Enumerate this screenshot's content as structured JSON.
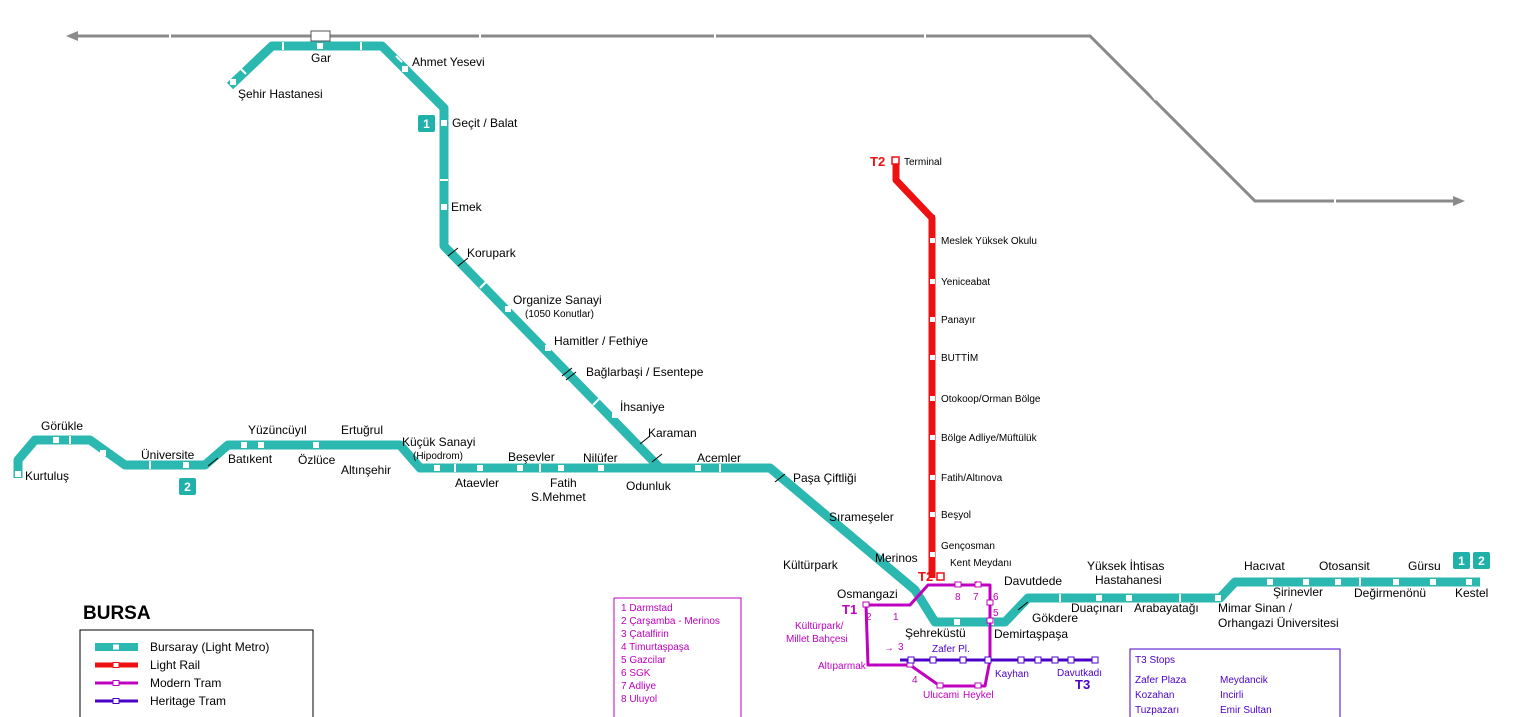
{
  "title": "BURSA",
  "colors": {
    "metro": "#2ab8b0",
    "light_rail": "#ee1111",
    "modern_tram": "#c000c0",
    "heritage_tram": "#4b00c8",
    "railway": "#8a8a8a"
  },
  "line_badges": {
    "line1": "1",
    "line2": "2",
    "t2": "T2",
    "t1": "T1",
    "t3": "T3"
  },
  "metro_stations": {
    "gar": "Gar",
    "sehir_hastanesi": "Şehir Hastanesi",
    "ahmet_yesevi": "Ahmet Yesevi",
    "gecit_balat": "Geçit / Balat",
    "emek": "Emek",
    "korupark": "Korupark",
    "organize_sanayi": "Organize Sanayi",
    "organize_sanayi_sub": "(1050 Konutlar)",
    "hamitler": "Hamitler / Fethiye",
    "baglarbasi": "Bağlarbaşi / Esentepe",
    "ihsaniye": "İhsaniye",
    "karaman": "Karaman",
    "acemler": "Acemler",
    "pasa_ciftligi": "Paşa Çiftliği",
    "sirameseler": "Sırameşeler",
    "merinos": "Merinos",
    "kulturpark": "Kültürpark",
    "osmangazi": "Osmangazi",
    "sehrekustu": "Şehreküstü",
    "demirtaspasa": "Demirtaşpaşa",
    "davutdede": "Davutdede",
    "gokdere": "Gökdere",
    "duacinari": "Duaçınarı",
    "yuksek_ihtisas": "Yüksek İhtisas",
    "yuksek_ihtisas_2": "Hastahanesi",
    "arabayatagi": "Arabayatağı",
    "mimar_sinan": "Mimar Sinan /",
    "mimar_sinan_2": "Orhangazi Üniversitesi",
    "hacivat": "Hacıvat",
    "sirinevler": "Şirinevler",
    "otosansit": "Otosansit",
    "degirmenonu": "Değirmenönü",
    "gursu": "Gürsu",
    "kestel": "Kestel",
    "nilufer": "Nilüfer",
    "odunluk": "Odunluk",
    "fatih": "Fatih",
    "fatih_2": "S.Mehmet",
    "besevler": "Beşevler",
    "ataevler": "Ataevler",
    "kucuk_sanayi": "Küçük Sanayi",
    "kucuk_sanayi_sub": "(Hipodrom)",
    "altinsehir": "Altınşehir",
    "ertugrul": "Ertuğrul",
    "ozluce": "Özlüce",
    "yuzuncuyil": "Yüzüncüyıl",
    "batikent": "Batıkent",
    "universite": "Üniversite",
    "gorukle": "Görükle",
    "kurtulus": "Kurtuluş"
  },
  "light_rail_stations": {
    "terminal": "Terminal",
    "meslek": "Meslek Yüksek Okulu",
    "yeniceabat": "Yeniceabat",
    "panayir": "Panayır",
    "buttim": "BUTTİM",
    "otokoop": "Otokoop/Orman Bölge",
    "bolge_adliye": "Bölge Adliye/Müftülük",
    "fatih_altinova": "Fatih/Altınova",
    "besyol": "Beşyol",
    "gencosman": "Gençosman",
    "kent_meydani": "Kent Meydanı"
  },
  "tram_labels": {
    "kulturpark": "Kültürpark/",
    "millet_bahcesi": "Millet Bahçesi",
    "altiparmak": "Altıparmak",
    "zafer_pl": "Zafer Pl.",
    "kayhan": "Kayhan",
    "ulucami": "Ulucami",
    "heykel": "Heykel",
    "davutkadi": "Davutkadı"
  },
  "t1_stops": [
    "1 Darmstad",
    "2 Çarşamba - Merinos",
    "3 Çatalfirin",
    "4 Timurtaşpaşa",
    "5 Gazcilar",
    "6 SGK",
    "7 Adliye",
    "8 Uluyol"
  ],
  "t3_box": {
    "title": "T3 Stops",
    "col1": [
      "Zafer Plaza",
      "Kozahan",
      "Tuzpazarı"
    ],
    "col2": [
      "Meydancik",
      "Incirli",
      "Emir Sultan"
    ]
  },
  "legend": [
    {
      "label": "Bursaray (Light Metro)",
      "color": "#2ab8b0"
    },
    {
      "label": "Light Rail",
      "color": "#ee1111"
    },
    {
      "label": "Modern Tram",
      "color": "#c000c0"
    },
    {
      "label": "Heritage Tram",
      "color": "#4b00c8"
    }
  ]
}
